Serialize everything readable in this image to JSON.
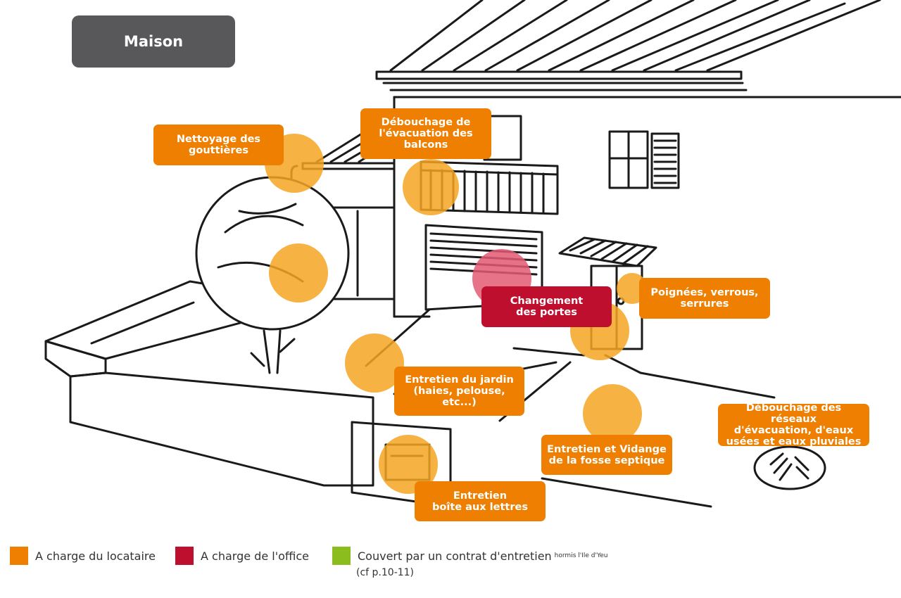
{
  "title": "Maison",
  "colors": {
    "tenant": "#ee7f00",
    "office": "#be0f2e",
    "contract": "#8cbd1f",
    "spot": "#f5a623",
    "spot_red": "#e35a73",
    "line": "#1a1a1a",
    "title_bg": "#58585a"
  },
  "labels": {
    "gouttieres": "Nettoyage des\ngouttières",
    "balcons": "Débouchage de\nl'évacuation des\nbalcons",
    "portes": "Changement\ndes portes",
    "poignees": "Poignées, verrous,\nserrures",
    "jardin": "Entretien du jardin\n(haies, pelouse,\netc...)",
    "fosse": "Entretien et Vidange\nde la fosse septique",
    "reseaux": "Débouchage des réseaux\nd'évacuation,  d'eaux\nusées et eaux pluviales",
    "boite": "Entretien\nboîte aux lettres"
  },
  "legend": {
    "tenant_label": "A charge du locataire",
    "office_label": "A charge de l'office",
    "contract_label": "Couvert par un contrat d'entretien",
    "contract_small": "hormis l'Ile d'Yeu",
    "contract_note": "(cf p.10-11)"
  }
}
